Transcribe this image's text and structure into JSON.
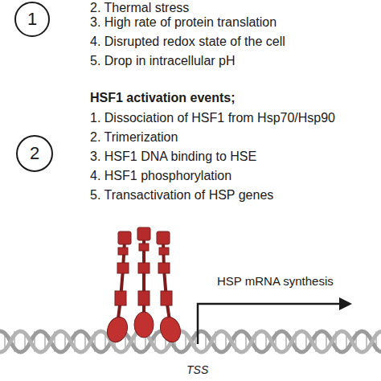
{
  "diagram": {
    "nodes": [
      {
        "text": [
          "1"
        ]
      },
      {
        "text": [
          "2"
        ]
      }
    ],
    "labels": [
      "2. Thermal stress",
      "3. High rate of protein translation",
      "4. Disrupted redox state of the cell",
      "5. Drop in intracellular pH",
      "HSF1 activation events;",
      "1. Dissociation of HSF1 from Hsp70/Hsp90",
      "2. Trimerization",
      "3. HSF1 DNA binding to HSE",
      "4. HSF1 phosphorylation",
      "5. Transactivation of HSP genes",
      "HSP mRNA synthesis",
      "TSS"
    ]
  }
}
